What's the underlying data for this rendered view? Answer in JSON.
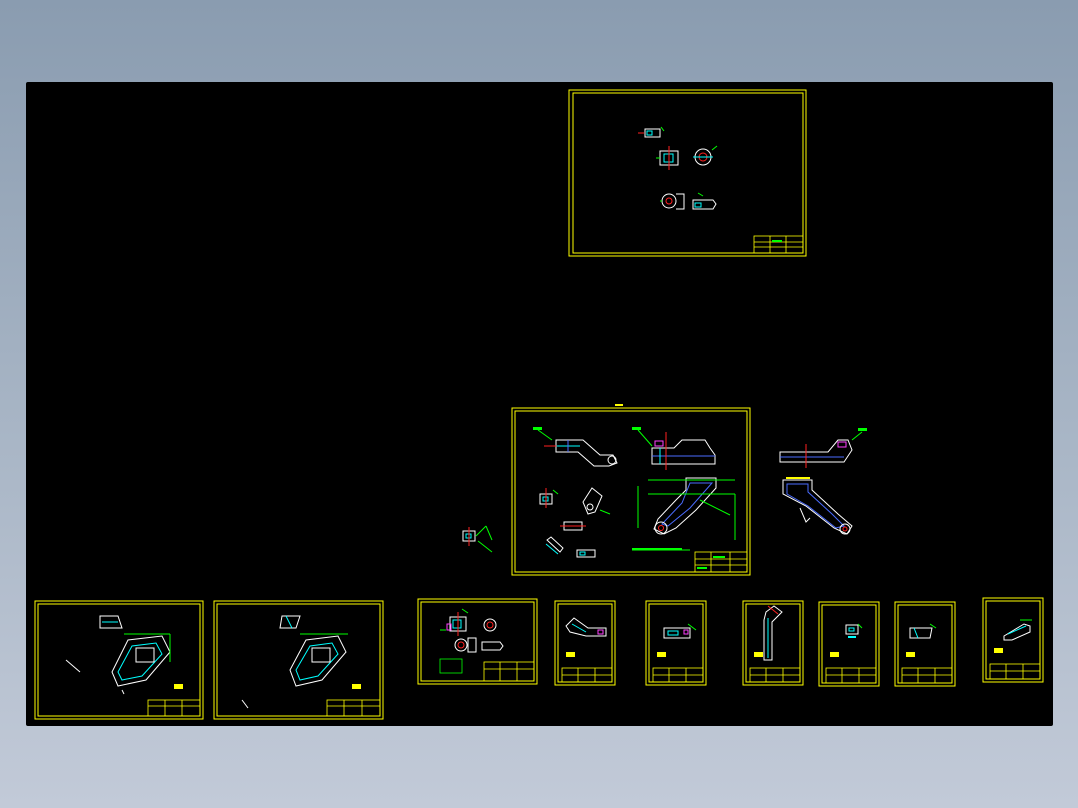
{
  "viewport": {
    "background": "#000000",
    "app_background_top": "#8a9cb0",
    "app_background_bottom": "#c2cad8"
  },
  "colors": {
    "frame": "#ffff00",
    "outline": "#ffffff",
    "hidden": "#00ffff",
    "section": "#4a6cff",
    "dimension": "#00ff00",
    "centerline": "#ff2020",
    "highlight": "#ff40ff"
  },
  "sheets": [
    {
      "id": "sheet-top-overview",
      "kind": "parts-overview"
    },
    {
      "id": "sheet-main-assembly",
      "kind": "assembly"
    },
    {
      "id": "sheet-bottom-1",
      "kind": "arm-part"
    },
    {
      "id": "sheet-bottom-2",
      "kind": "arm-part"
    },
    {
      "id": "sheet-bottom-3",
      "kind": "parts-overview"
    },
    {
      "id": "sheet-bottom-4",
      "kind": "bracket"
    },
    {
      "id": "sheet-bottom-5",
      "kind": "block"
    },
    {
      "id": "sheet-bottom-6",
      "kind": "bent-plate"
    },
    {
      "id": "sheet-bottom-7",
      "kind": "small-part"
    },
    {
      "id": "sheet-bottom-8",
      "kind": "wedge"
    },
    {
      "id": "sheet-bottom-9",
      "kind": "lever"
    }
  ]
}
